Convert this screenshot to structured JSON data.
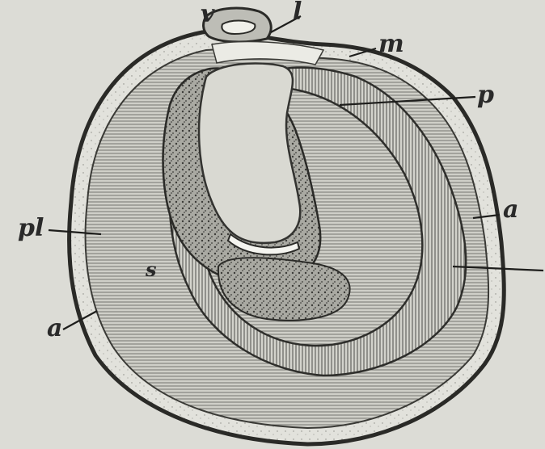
{
  "labels": {
    "v": "v",
    "l": "l",
    "m": "m",
    "p": "p",
    "pl": "pl",
    "s": "s",
    "a_right": "a",
    "a_left": "a"
  }
}
